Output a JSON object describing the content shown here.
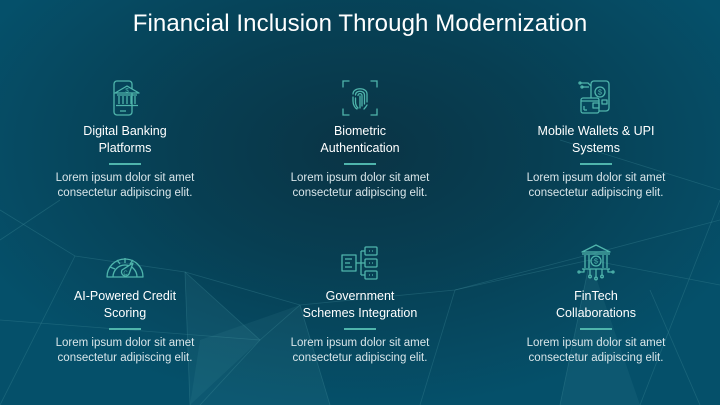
{
  "title": "Financial Inclusion Through Modernization",
  "accent_color": "#4fb5ac",
  "cards": [
    {
      "heading_line1": "Digital Banking",
      "heading_line2": "Platforms",
      "desc_line1": "Lorem ipsum dolor sit amet",
      "desc_line2": "consectetur adipiscing elit.",
      "icon": "mobile-bank-icon"
    },
    {
      "heading_line1": "Biometric",
      "heading_line2": "Authentication",
      "desc_line1": "Lorem ipsum dolor sit amet",
      "desc_line2": "consectetur adipiscing elit.",
      "icon": "fingerprint-scan-icon"
    },
    {
      "heading_line1": "Mobile Wallets & UPI",
      "heading_line2": "Systems",
      "desc_line1": "Lorem ipsum dolor sit amet",
      "desc_line2": "consectetur adipiscing elit.",
      "icon": "mobile-wallet-icon"
    },
    {
      "heading_line1": "AI-Powered Credit",
      "heading_line2": "Scoring",
      "desc_line1": "Lorem ipsum dolor sit amet",
      "desc_line2": "consectetur adipiscing elit.",
      "icon": "credit-gauge-icon"
    },
    {
      "heading_line1": "Government",
      "heading_line2": "Schemes Integration",
      "desc_line1": "Lorem ipsum dolor sit amet",
      "desc_line2": "consectetur adipiscing elit.",
      "icon": "hierarchy-integration-icon"
    },
    {
      "heading_line1": "FinTech",
      "heading_line2": "Collaborations",
      "desc_line1": "Lorem ipsum dolor sit amet",
      "desc_line2": "consectetur adipiscing elit.",
      "icon": "fintech-bank-network-icon"
    }
  ]
}
